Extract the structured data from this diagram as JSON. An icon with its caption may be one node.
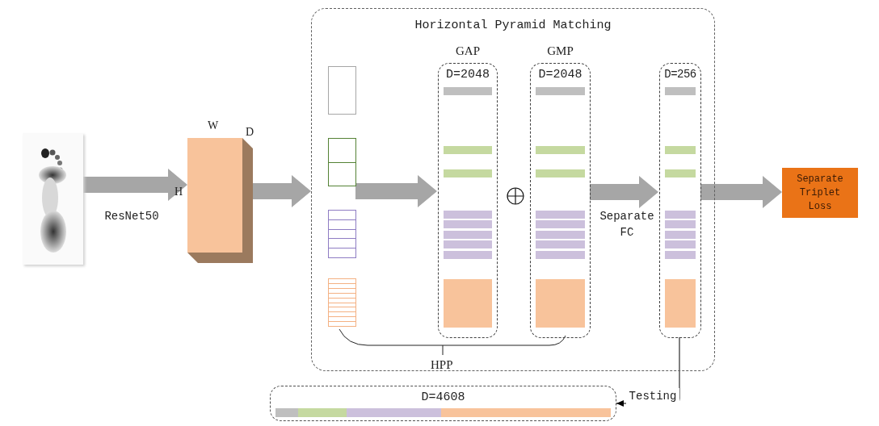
{
  "diagram": {
    "nodes": [
      {
        "text": [],
        "shape": "picture"
      },
      {
        "text": [],
        "shape": "box",
        "beside": [
          "W",
          "D",
          "H"
        ]
      },
      {
        "text": [
          "Horizontal Pyramid Matching"
        ]
      },
      {
        "text": [],
        "shape": "box",
        "in": 2
      },
      {
        "text": [
          "GAP",
          "D=2048"
        ],
        "in": 2
      },
      {
        "text": [
          "GMP",
          "D=2048"
        ],
        "in": 2
      },
      {
        "text": [
          "D=256"
        ],
        "in": 2
      },
      {
        "text": [
          "Separate Triplet Loss"
        ]
      },
      {
        "text": [
          "D=4608"
        ]
      }
    ],
    "edges": [
      {
        "from": 0,
        "to": 1,
        "arrow": "to",
        "label": "ResNet50"
      },
      {
        "from": 1,
        "to": 2,
        "arrow": "to"
      },
      {
        "from": 3,
        "to": 4,
        "arrow": "to"
      },
      {
        "from": 5,
        "to": 6,
        "arrow": "to",
        "label": "Separate FC"
      },
      {
        "from": 6,
        "to": 7,
        "arrow": "to"
      },
      {
        "from": 6,
        "to": 8,
        "arrow": "to",
        "label": "Testing",
        "color": "#000000"
      }
    ],
    "labels": [
      "HPP"
    ]
  }
}
